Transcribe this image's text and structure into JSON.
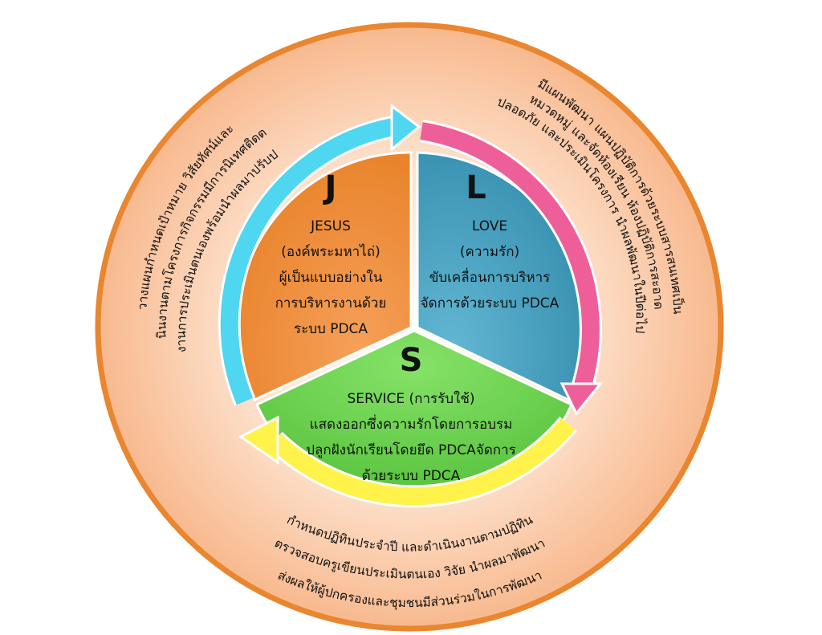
{
  "colors": {
    "outer_fill": "#fbc9a6",
    "outer_stroke": "#e9862f",
    "j_fill": "#ef9240",
    "l_fill": "#4ba5c4",
    "s_fill": "#6ed54a",
    "arrow_j": "#4fd6f0",
    "arrow_l": "#ee5f9a",
    "arrow_s": "#fff24a"
  },
  "sections": {
    "j": {
      "letter": "J",
      "lines": [
        "JESUS",
        "(องค์พระมหาไถ่)",
        "ผู้เป็นแบบอย่างใน",
        "การบริหารงานด้วย",
        "ระบบ PDCA"
      ]
    },
    "l": {
      "letter": "L",
      "lines": [
        "LOVE",
        "(ความรัก)",
        "ขับเคลื่อนการบริหาร",
        "จัดการด้วยระบบ PDCA"
      ]
    },
    "s": {
      "letter": "S",
      "lines": [
        "SERVICE (การรับใช้)",
        "แสดงออกซึ่งความรักโดยการอบรม",
        "ปลูกฝังนักเรียนโดยยึด PDCAจัดการ",
        "ด้วยระบบ PDCA"
      ]
    }
  },
  "outer_text": {
    "left": [
      "วางแผนกำหนดเป้าหมาย วิสัยทัศน์และ",
      "ดำเนินงานตามโครงการกิจกรรมมีการนิเทศติดตาม",
      "สรุปรายงานการประเมินตนเองพร้อมนำผลมาปรับปรุงพัฒนา"
    ],
    "right": [
      "มีแผนพัฒนา แผนปฏิบัติการด้วยระบบสารสนเทศเป็น",
      "หมวดหมู่ และจัดห้องเรียน ห้องปฏิบัติการสะอาด",
      "ปลอดภัย และประเมินโครงการ นำผลพัฒนาในปีต่อไป"
    ],
    "bottom": [
      "กำหนดปฏิทินประจำปี และดำเนินงานตามปฏิทิน",
      "ตรวจสอบครูเขียนประเมินตนเอง วิจัย นำผลมาพัฒนา",
      "ส่งผลให้ผู้ปกครองและชุมชนมีส่วนร่วมในการพัฒนา"
    ]
  }
}
